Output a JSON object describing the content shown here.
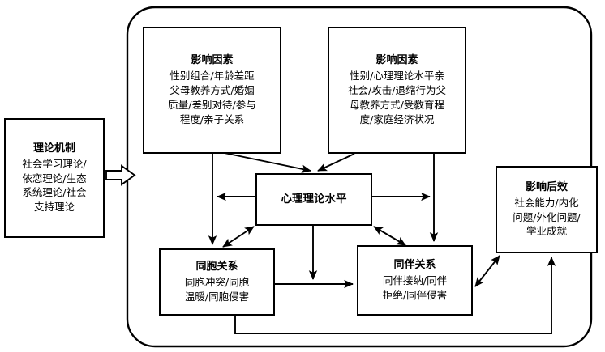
{
  "diagram": {
    "title_hidden": "",
    "container": {
      "name": "model-boundary",
      "shape": "rounded-rectangle"
    },
    "colors": {
      "stroke": "#000000",
      "background": "#ffffff",
      "text": "#000000"
    },
    "nodes": {
      "theory": {
        "title": "理论机制",
        "body": "社会学习理论/\n依恋理论/生态\n系统理论/社会\n支持理论"
      },
      "factor_left": {
        "title": "影响因素",
        "body": "性别组合/年龄差距\n父母教养方式/婚姻\n质量/差别对待/参与\n程度/亲子关系"
      },
      "factor_right": {
        "title": "影响因素",
        "body": "性别/心理理论水平亲\n社会/攻击/退缩行为父\n母教养方式/受教育程\n度/家庭经济状况"
      },
      "tom": {
        "title": "心理理论水平",
        "body": ""
      },
      "sibling": {
        "title": "同胞关系",
        "body": "同胞冲突/同胞\n温暖/同胞侵害"
      },
      "peer": {
        "title": "同伴关系",
        "body": "同伴接纳/同伴\n拒绝/同伴侵害"
      },
      "outcome": {
        "title": "影响后效",
        "body": "社会能力/内化\n问题/外化问题/\n学业成就"
      }
    },
    "edges": [
      {
        "id": "theory-to-model",
        "from": "theory",
        "to": "model-boundary",
        "style": "block-arrow",
        "direction": "one-way"
      },
      {
        "id": "factor-left-to-tom",
        "from": "factor_left",
        "to": "tom",
        "style": "solid-arrow",
        "direction": "one-way"
      },
      {
        "id": "factor-right-to-tom",
        "from": "factor_right",
        "to": "tom",
        "style": "solid-arrow",
        "direction": "one-way"
      },
      {
        "id": "factor-left-to-sibling",
        "from": "factor_left",
        "to": "sibling",
        "style": "solid-arrow",
        "direction": "one-way"
      },
      {
        "id": "factor-right-to-peer",
        "from": "factor_right",
        "to": "peer",
        "style": "solid-arrow",
        "direction": "one-way"
      },
      {
        "id": "tom-left-out",
        "from": "tom",
        "to": "factor-left-line",
        "style": "solid-arrow",
        "direction": "one-way"
      },
      {
        "id": "tom-right-out",
        "from": "tom",
        "to": "factor-right-line",
        "style": "solid-arrow",
        "direction": "one-way"
      },
      {
        "id": "tom-sibling",
        "from": "tom",
        "to": "sibling",
        "style": "solid-arrow",
        "direction": "two-way"
      },
      {
        "id": "tom-peer",
        "from": "tom",
        "to": "peer",
        "style": "solid-arrow",
        "direction": "two-way"
      },
      {
        "id": "tom-to-sibling-peer",
        "from": "tom",
        "to": "sibling-peer-link",
        "style": "solid-arrow",
        "direction": "one-way"
      },
      {
        "id": "sibling-to-peer",
        "from": "sibling",
        "to": "peer",
        "style": "solid-arrow",
        "direction": "one-way"
      },
      {
        "id": "peer-outcome",
        "from": "peer",
        "to": "outcome",
        "style": "solid-arrow",
        "direction": "two-way"
      },
      {
        "id": "sibling-to-outcome",
        "from": "sibling",
        "to": "outcome",
        "style": "solid-arrow",
        "direction": "one-way"
      }
    ]
  }
}
